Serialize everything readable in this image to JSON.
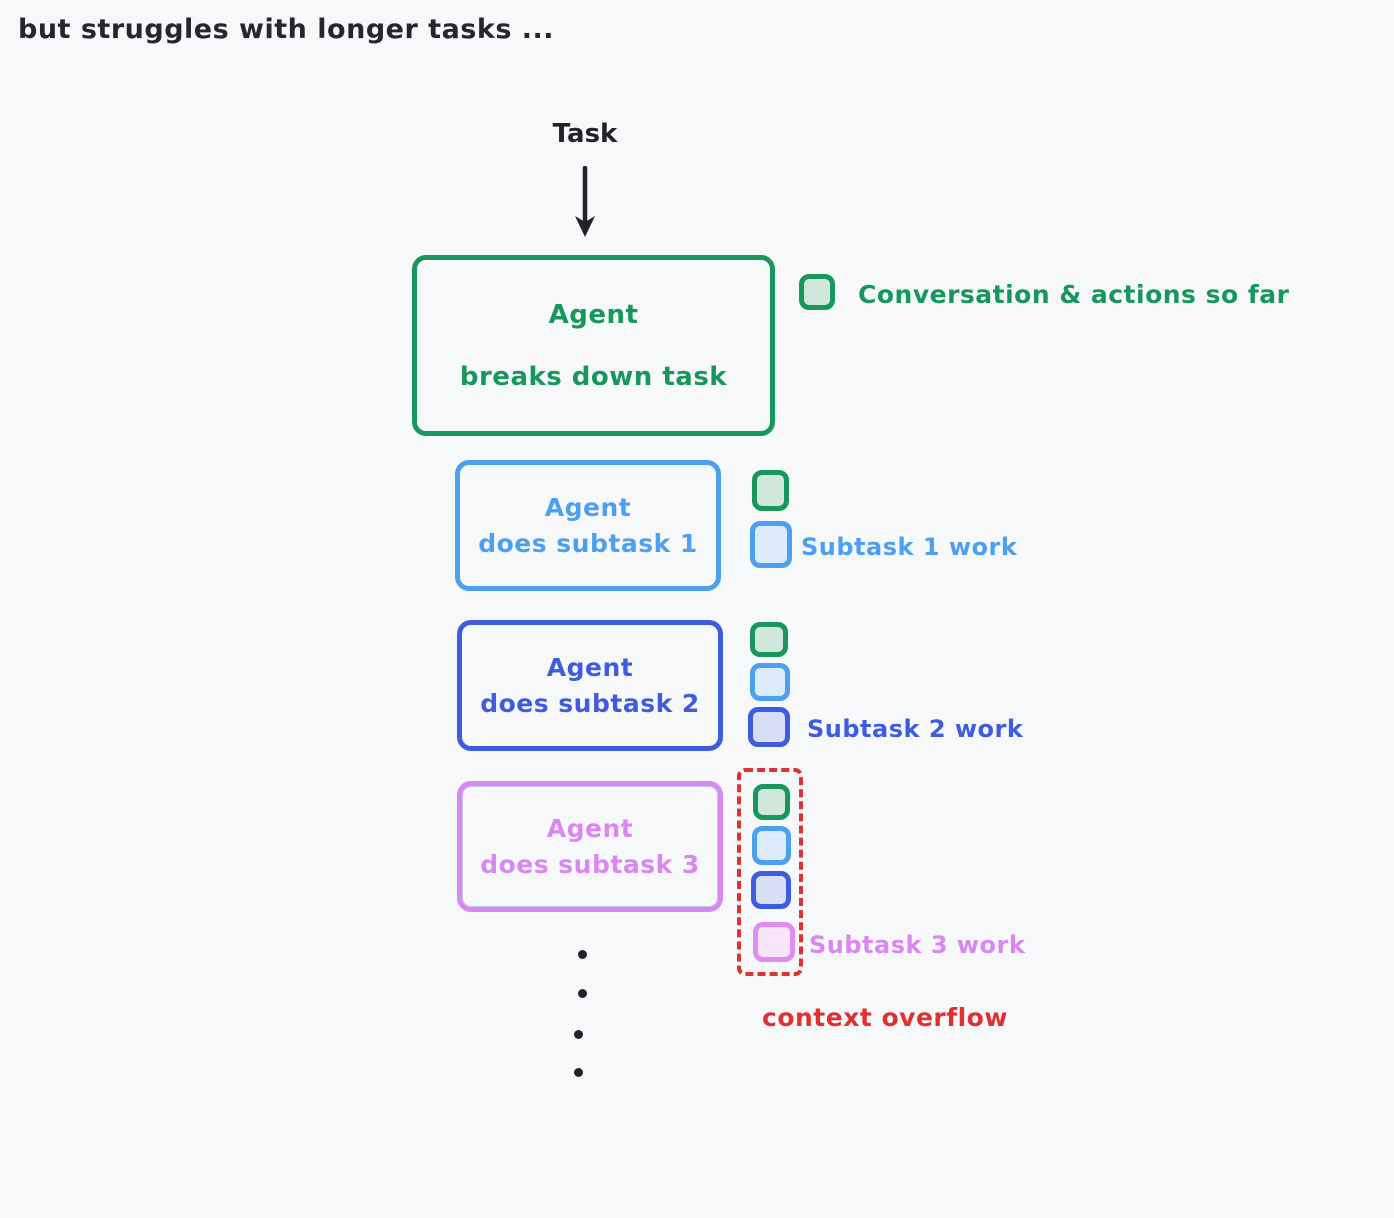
{
  "title": "but struggles with longer tasks ...",
  "colors": {
    "background": "#f7f8fa",
    "ink": "#26262c",
    "green": "#18975c",
    "green_fill": "#d0e7db",
    "light_blue": "#4d9ff0",
    "light_blue_fill": "#dcebfb",
    "indigo": "#3f5bde",
    "indigo_fill": "#d9def7",
    "purple": "#d988f1",
    "purple_fill": "#f7e6fa",
    "red": "#e03131"
  },
  "task": {
    "label": "Task"
  },
  "agent_box": {
    "line1": "Agent",
    "line2": "breaks down task"
  },
  "legend": {
    "label": "Conversation & actions so far"
  },
  "subtasks": [
    {
      "box_line1": "Agent",
      "box_line2": "does subtask 1",
      "work_label": "Subtask 1 work",
      "context_icons": [
        "conversation",
        "subtask-1-work"
      ]
    },
    {
      "box_line1": "Agent",
      "box_line2": "does subtask 2",
      "work_label": "Subtask 2 work",
      "context_icons": [
        "conversation",
        "subtask-1-work",
        "subtask-2-work"
      ]
    },
    {
      "box_line1": "Agent",
      "box_line2": "does subtask 3",
      "work_label": "Subtask 3 work",
      "context_icons": [
        "conversation",
        "subtask-1-work",
        "subtask-2-work",
        "subtask-3-work"
      ]
    }
  ],
  "overflow": {
    "label": "context overflow"
  },
  "ellipsis_dot_count": 4
}
